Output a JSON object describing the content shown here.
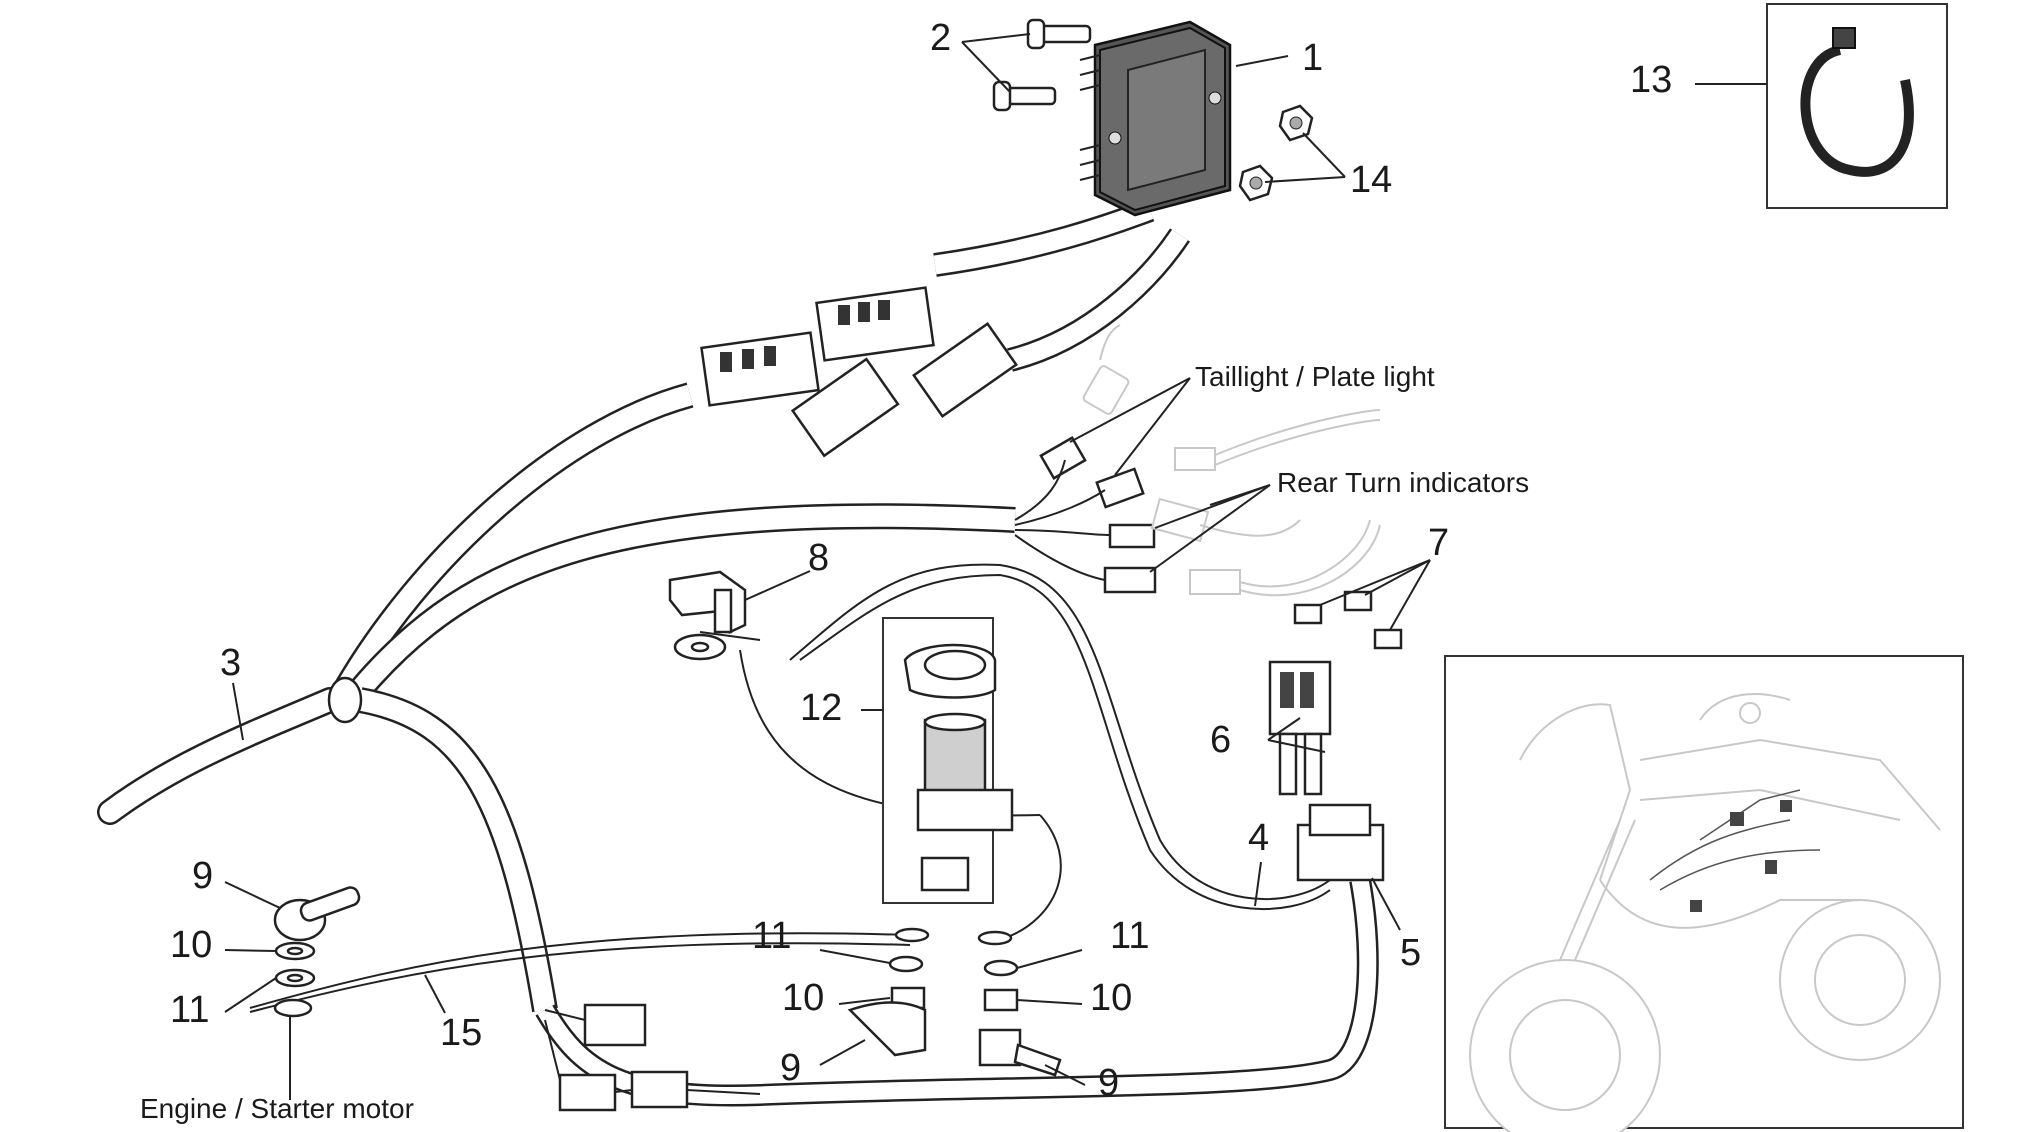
{
  "diagram": {
    "callouts": {
      "c1": "1",
      "c2": "2",
      "c3": "3",
      "c4": "4",
      "c5": "5",
      "c6": "6",
      "c7": "7",
      "c8": "8",
      "c9a": "9",
      "c9b": "9",
      "c9c": "9",
      "c10a": "10",
      "c10b": "10",
      "c10c": "10",
      "c11a": "11",
      "c11b": "11",
      "c11c": "11",
      "c12": "12",
      "c13": "13",
      "c14": "14",
      "c15": "15"
    },
    "labels": {
      "taillight": "Taillight / Plate light",
      "rear_turn": "Rear Turn indicators",
      "engine": "Engine / Starter motor"
    }
  }
}
